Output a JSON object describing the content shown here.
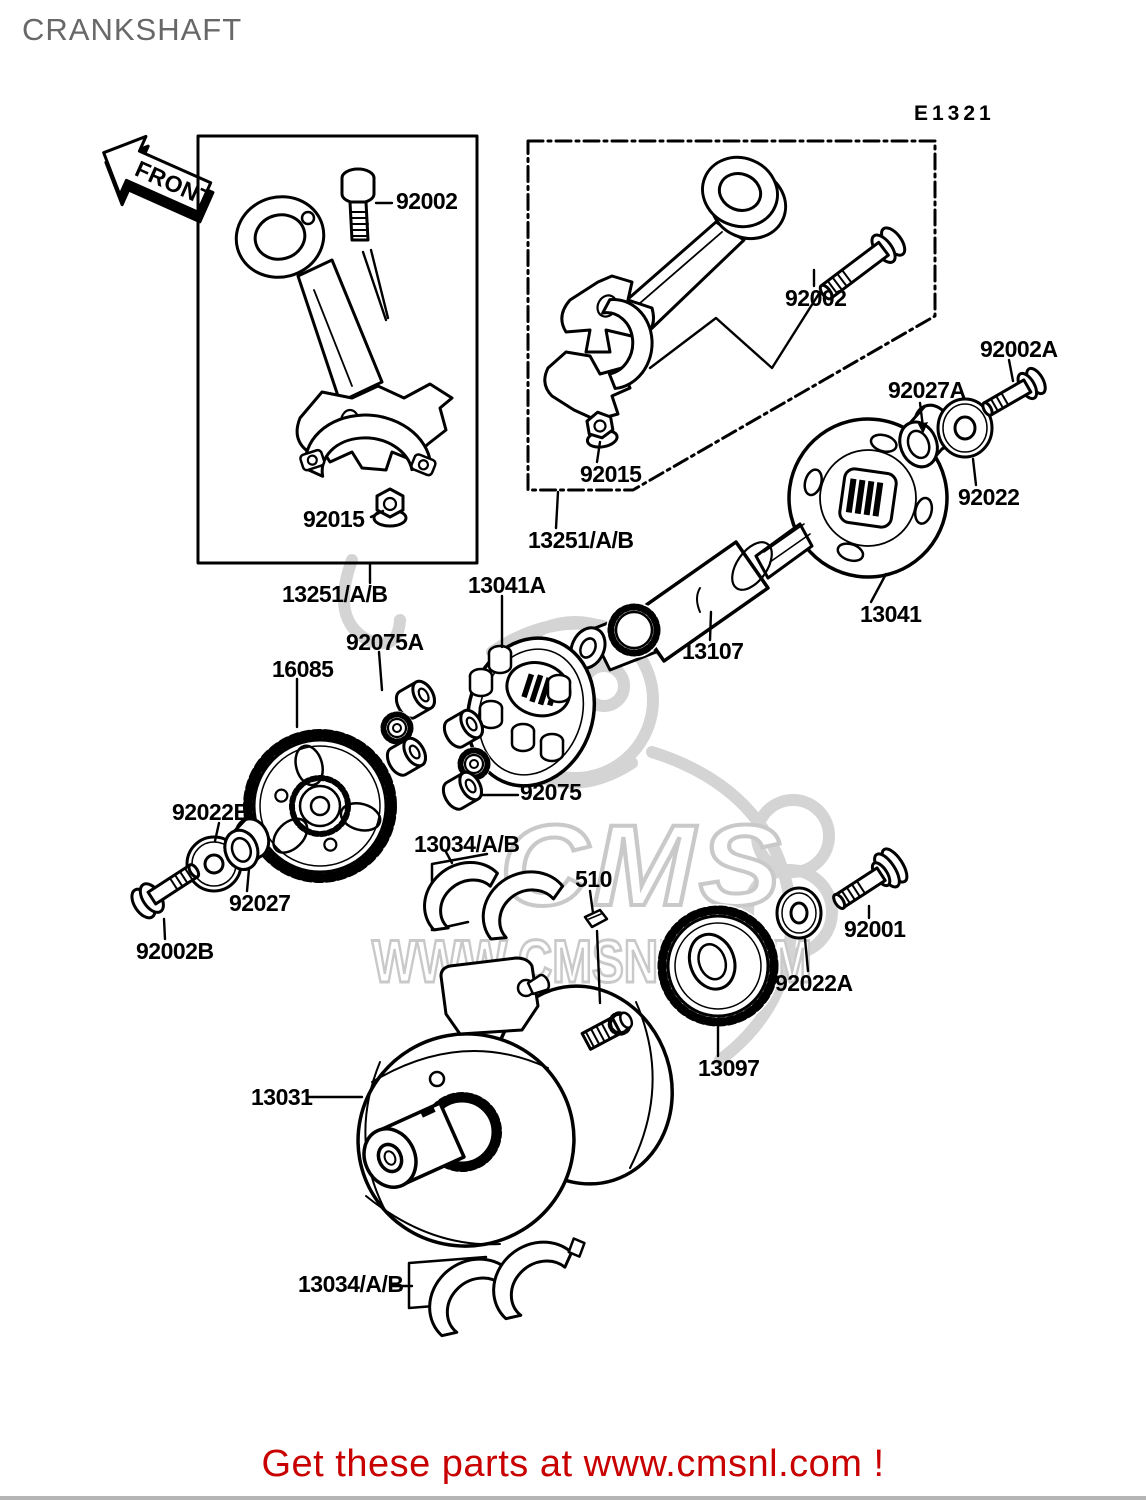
{
  "page": {
    "title": "CRANKSHAFT",
    "diagram_code": "E1321",
    "front_label": "FRONT"
  },
  "watermark": {
    "brand": "CMS",
    "url": "WWW.CMSNL.COM"
  },
  "footer": {
    "text": "Get these parts at www.cmsnl.com !",
    "color": "#c80000"
  },
  "colors": {
    "title_gray": "#686868",
    "line_black": "#000000",
    "watermark_gray": "#c9c9c9",
    "footer_red": "#c80000"
  },
  "parts": [
    {
      "label": "92002"
    },
    {
      "label": "92015"
    },
    {
      "label": "13251/A/B"
    },
    {
      "label": "92002"
    },
    {
      "label": "92015"
    },
    {
      "label": "13251/A/B"
    },
    {
      "label": "92002A"
    },
    {
      "label": "92027A"
    },
    {
      "label": "92022"
    },
    {
      "label": "13041"
    },
    {
      "label": "13041A"
    },
    {
      "label": "13107"
    },
    {
      "label": "92075A"
    },
    {
      "label": "16085"
    },
    {
      "label": "92022B"
    },
    {
      "label": "92027"
    },
    {
      "label": "92002B"
    },
    {
      "label": "92075"
    },
    {
      "label": "13034/A/B"
    },
    {
      "label": "510"
    },
    {
      "label": "92001"
    },
    {
      "label": "92022A"
    },
    {
      "label": "13097"
    },
    {
      "label": "13031"
    },
    {
      "label": "13034/A/B"
    }
  ]
}
